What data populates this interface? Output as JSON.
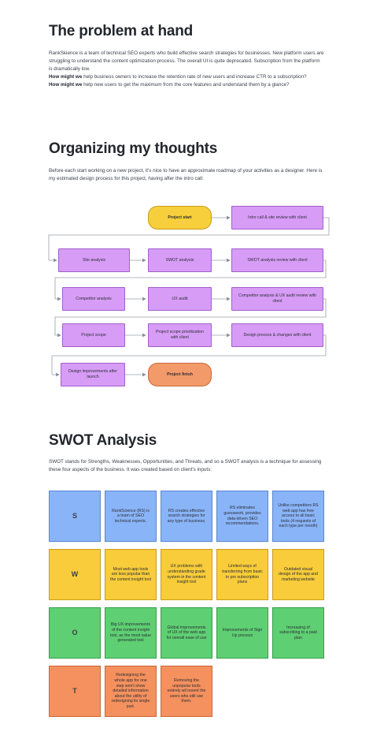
{
  "problem": {
    "heading": "The problem at hand",
    "para1": "RankSkience is a team of technical SEO experts who build effective search strategies for businesses. New platform users are struggling to understand the content optimization process.  The overall UI is quite deprecated. Subscription from the platform is dramatically low.",
    "hmw_label": "How might we",
    "hmw1": " help business owners to increase the retention rate of new users and increase CTR to a subscription?",
    "hmw2": " help new users to get the maximum from the core features and understand them by a glance?"
  },
  "process": {
    "heading": "Organizing my thoughts",
    "intro": "Before each start working on a new project, it's nice to have an approximate roadmap of your activities as a designer. Here is my estimated design process for this project, having after the intro call:",
    "steps": {
      "start": "Project start",
      "intro_call": "Intro call & site review with client",
      "site_analysis": "Site analysis",
      "swot_analysis": "SWOT analysis",
      "swot_review": "SWOT analysis review with client",
      "competitor_analysis": "Competitor analysis",
      "ux_audit": "UX audit",
      "competitor_review": "Competitor analysis & UX audit review with client",
      "project_scope": "Project scope",
      "scope_prioritization": "Project scope prioritization with client",
      "design_process": "Design process & changes with client",
      "design_improvements": "Design improvements after launch",
      "finish": "Project finish"
    },
    "colors": {
      "step": "#d79cf6",
      "start": "#f7cf3c",
      "finish": "#f39a6b"
    }
  },
  "swot": {
    "heading": "SWOT Analysis",
    "intro": "SWOT stands for Strengths, Weaknesses, Opportunities, and Threats, and so a SWOT analysis is a technique for assessing these four aspects of the business. It was created based on client's inputs:",
    "rows": {
      "s": {
        "letter": "S",
        "items": [
          "RankScience (RS) is a team of SEO technical experts.",
          "RS creates effective search strategies for any type of business.",
          "RS eliminates guesswork, provides data-driven SEO recommendations.",
          "Unlike competitors RS web app has free access to all basic tools (4 requests of each type per month)"
        ]
      },
      "w": {
        "letter": "W",
        "items": [
          "Most web app tools are less popular than the content insight tool",
          "UX problems with understanding grade system in the content insight tool",
          "Limited ways of transferring from basic to pro subscription plans",
          "Outdated visual design of the app and marketing website"
        ]
      },
      "o": {
        "letter": "O",
        "items": [
          "Big UX improvements of the content insight tool, as the most value generated tool",
          "Global improvements of UX of the web app for overall ease of use",
          "Improvements of Sign Up process",
          "Increasing of subscribing to a paid plan"
        ]
      },
      "t": {
        "letter": "T",
        "items": [
          "Redesigning the whole app for one step won't show detailed information about the utility of redesigning its single part.",
          "Removing the unpopular tools entirely wil resent the users who still use them."
        ]
      }
    },
    "colors": {
      "s": "#8ab4f8",
      "w": "#f8cc3a",
      "o": "#5fcf73",
      "t": "#f5915e"
    }
  }
}
